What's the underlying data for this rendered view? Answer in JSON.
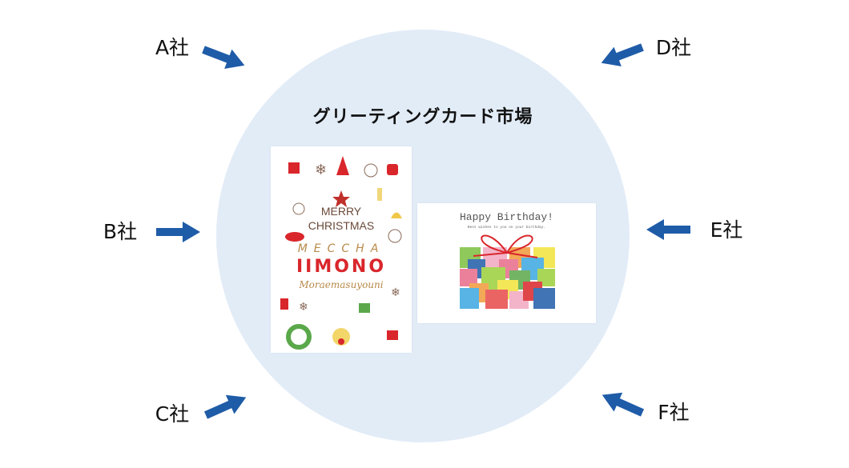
{
  "title": "グリーティングカード市場",
  "companies": [
    "A社",
    "B社",
    "C社",
    "D社",
    "E社",
    "F社"
  ],
  "cards": {
    "christmas": {
      "line1": "MERRY",
      "line2": "CHRISTMAS",
      "line3": "MECCHA",
      "line4": "IIMONO",
      "line5": "Moraemasuyouni"
    },
    "birthday": {
      "title": "Happy Birthday!",
      "subtitle": "Best wishes to you on your birthday."
    }
  },
  "colors": {
    "circle": "#e2ecf7",
    "arrow": "#1f5ca8"
  }
}
